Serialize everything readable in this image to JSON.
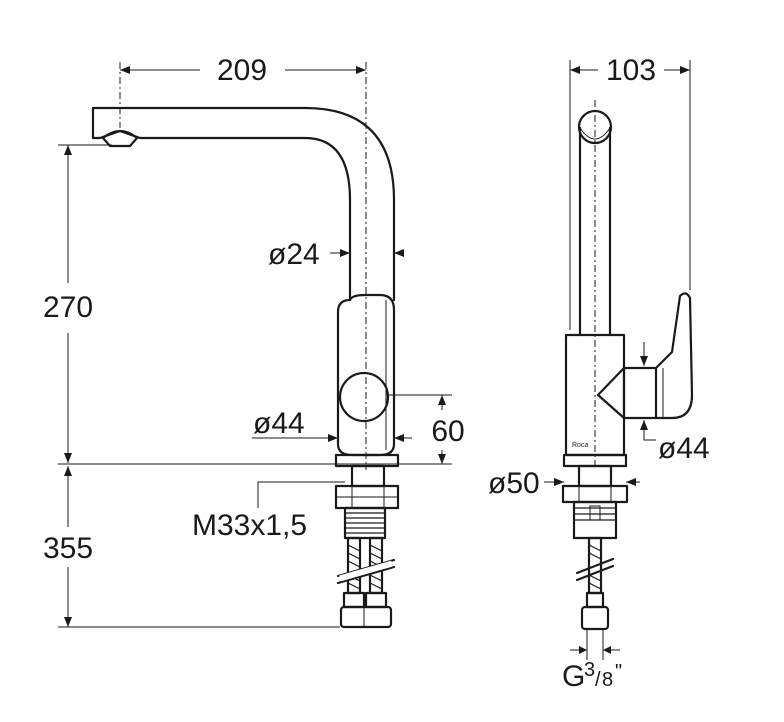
{
  "dimensions": {
    "spout_reach": "209",
    "side_width": "103",
    "spout_height": "270",
    "tube_diameter": "ø24",
    "body_diameter_front": "ø44",
    "lever_height": "60",
    "thread": "M33x1,5",
    "supply_length": "355",
    "base_diameter": "ø50",
    "body_diameter_side": "ø44",
    "connection_prefix": "G",
    "connection_num": "3",
    "connection_den": "8",
    "connection_unit": "\""
  },
  "brand_mark": "Roca"
}
